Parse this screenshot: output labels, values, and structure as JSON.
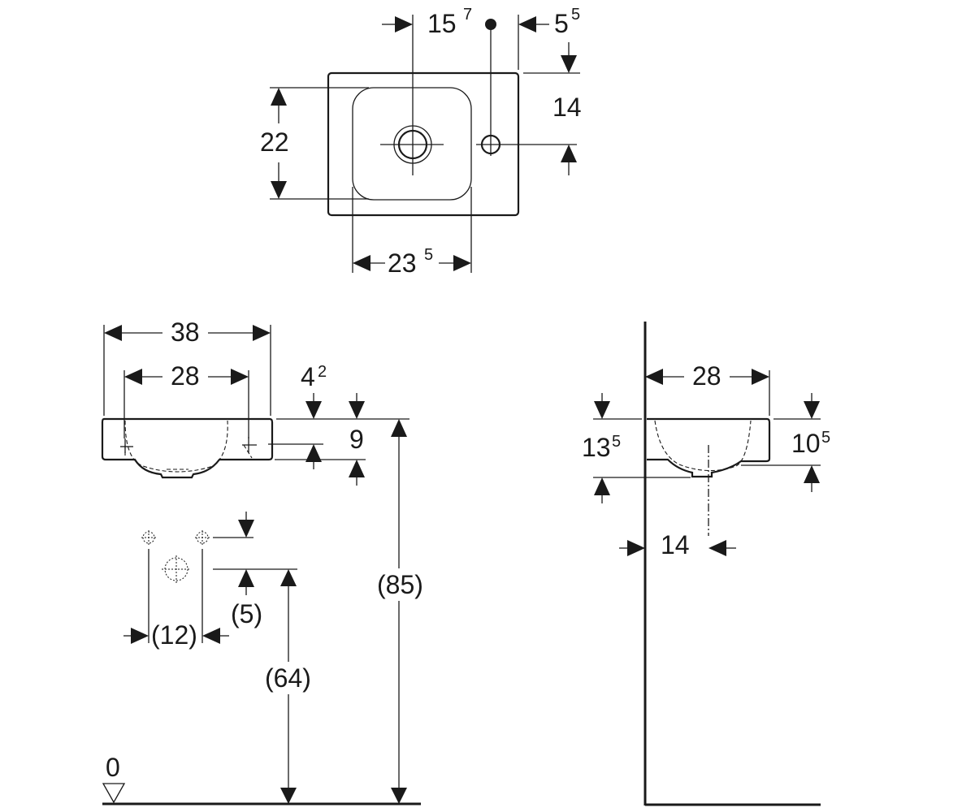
{
  "top_view": {
    "dim_tap_offset": {
      "main": "15",
      "sup": "7"
    },
    "dim_edge_offset": {
      "main": "5",
      "sup": "5"
    },
    "dim_depth_to_hole": "14",
    "dim_bowl_depth": "22",
    "dim_bowl_width": {
      "main": "23",
      "sup": "5"
    }
  },
  "front_view": {
    "dim_overall_width": "38",
    "dim_bowl_width": "28",
    "dim_rim_thickness": {
      "main": "4",
      "sup": "2"
    },
    "dim_height": "9",
    "dim_rim_height": "(85)",
    "dim_drain_height": "(64)",
    "dim_supply_offset": "(5)",
    "dim_supply_spacing": "(12)",
    "floor_label": "0"
  },
  "side_view": {
    "dim_bowl_width": "28",
    "dim_total_height": {
      "main": "13",
      "sup": "5"
    },
    "dim_outer_height": {
      "main": "10",
      "sup": "5"
    },
    "dim_drain_from_wall": "14"
  }
}
